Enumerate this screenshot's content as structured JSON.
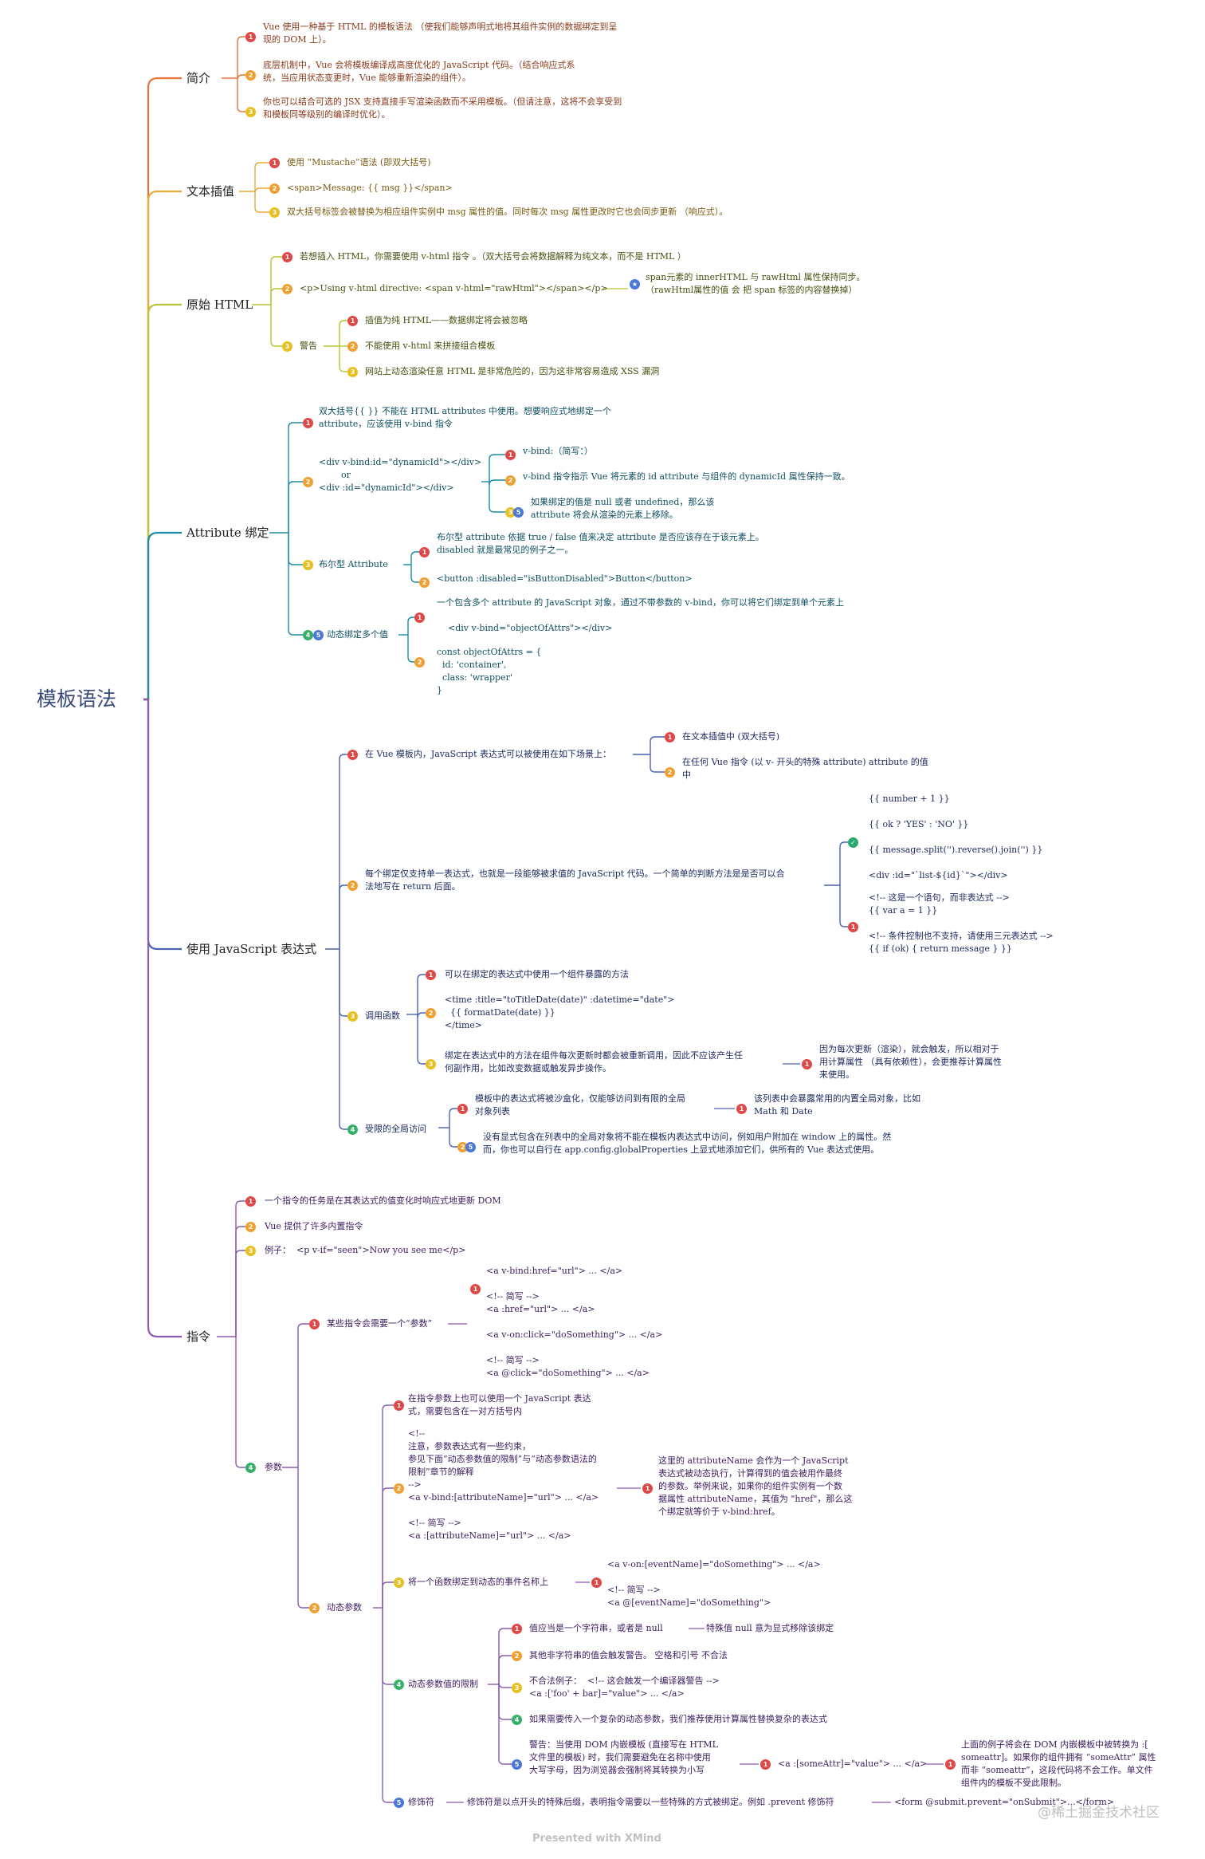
{
  "root": "模板语法",
  "watermark": "@稀土掘金技术社区",
  "footer": "Presented with XMind",
  "sections": {
    "intro": {
      "title": "简介",
      "items": [
        "Vue 使用一种基于 HTML 的模板语法 （使我们能够声明式地将其组件实例的数据绑定到呈\n现的 DOM 上）。",
        "底层机制中，Vue 会将模板编译成高度优化的 JavaScript 代码。（结合响应式系\n统，当应用状态变更时，Vue 能够重新渲染的组件）。",
        "你也可以结合可选的 JSX 支持直接手写渲染函数而不采用模板。（但请注意，这将不会享受到\n和模板同等级别的编译时优化）。"
      ]
    },
    "text": {
      "title": "文本插值",
      "items": [
        "使用 “Mustache”语法 (即双大括号)",
        "<span>Message: {{ msg }}</span>",
        "双大括号标签会被替换为相应组件实例中 msg 属性的值。同时每次 msg 属性更改时它也会同步更新 （响应式）。"
      ]
    },
    "html": {
      "title": "原始 HTML",
      "items": [
        "若想插入 HTML，你需要使用 v-html 指令 。（双大括号会将数据解释为纯文本，而不是 HTML ）",
        "<p>Using v-html directive: <span v-html=\"rawHtml\"></span></p>",
        "警告"
      ],
      "note": "span元素的 innerHTML 与 rawHtml 属性保持同步。\n（rawHtml属性的值 会 把 span 标签的内容替换掉）",
      "warnings": [
        "插值为纯 HTML——数据绑定将会被忽略",
        "不能使用 v-html 来拼接组合模板",
        "网站上动态渲染任意 HTML 是非常危险的，因为这非常容易造成 XSS 漏洞"
      ]
    },
    "attr": {
      "title": "Attribute 绑定",
      "items": [
        "双大括号{{ }} 不能在 HTML attributes 中使用。想要响应式地绑定一个\nattribute，应该使用 v-bind 指令",
        "<div v-bind:id=\"dynamicId\"></div>\n        or\n<div :id=\"dynamicId\"></div>",
        "布尔型 Attribute",
        "动态绑定多个值"
      ],
      "vbind_notes": [
        "v-bind:（简写：）",
        "v-bind 指令指示 Vue 将元素的 id attribute 与组件的 dynamicId 属性保持一致。",
        "如果绑定的值是 null 或者 undefined，那么该\nattribute 将会从渲染的元素上移除。"
      ],
      "bool_notes": [
        "布尔型 attribute 依据 true / false 值来决定 attribute 是否应该存在于该元素上。\ndisabled 就是最常见的例子之一。",
        "<button :disabled=\"isButtonDisabled\">Button</button>"
      ],
      "multi_notes": [
        "一个包含多个 attribute 的 JavaScript 对象，通过不带参数的 v-bind，你可以将它们绑定到单个元素上\n\n    <div v-bind=\"objectOfAttrs\"></div>",
        "const objectOfAttrs = {\n  id: 'container',\n  class: 'wrapper'\n}"
      ]
    },
    "js": {
      "title": "使用 JavaScript 表达式",
      "items": [
        "在 Vue 模板内，JavaScript 表达式可以被使用在如下场景上：",
        "每个绑定仅支持单一表达式，也就是一段能够被求值的 JavaScript 代码。一个简单的判断方法是是否可以合\n法地写在 return 后面。",
        "调用函数",
        "受限的全局访问"
      ],
      "scenes": [
        "在文本插值中 (双大括号)",
        "在任何 Vue 指令 (以 v- 开头的特殊 attribute) attribute 的值\n中"
      ],
      "valid": "{{ number + 1 }}\n\n{{ ok ? 'YES' : 'NO' }}\n\n{{ message.split('').reverse().join('') }}\n\n<div :id=\"`list-${id}`\"></div>",
      "invalid": "<!-- 这是一个语句，而非表达式 -->\n{{ var a = 1 }}\n\n<!-- 条件控制也不支持，请使用三元表达式 -->\n{{ if (ok) { return message } }}",
      "func_items": [
        "可以在绑定的表达式中使用一个组件暴露的方法",
        "<time :title=\"toTitleDate(date)\" :datetime=\"date\">\n  {{ formatDate(date) }}\n</time>",
        "绑定在表达式中的方法在组件每次更新时都会被重新调用，因此不应该产生任\n何副作用，比如改变数据或触发异步操作。"
      ],
      "func_note": "因为每次更新（渲染），就会触发，所以相对于\n用计算属性 （具有依赖性），会更推荐计算属性\n来使用。",
      "global_items": [
        "模板中的表达式将被沙盒化，仅能够访问到有限的全局\n对象列表",
        "没有显式包含在列表中的全局对象将不能在模板内表达式中访问，例如用户附加在 window 上的属性。然\n而，你也可以自行在 app.config.globalProperties 上显式地添加它们，供所有的 Vue 表达式使用。"
      ],
      "global_note": "该列表中会暴露常用的内置全局对象，比如\nMath 和 Date"
    },
    "dir": {
      "title": "指令",
      "items": [
        "一个指令的任务是在其表达式的值变化时响应式地更新 DOM",
        "Vue 提供了许多内置指令",
        "例子：  <p v-if=\"seen\">Now you see me</p>",
        "参数"
      ],
      "param_items": [
        "某些指令会需要一个“参数”",
        "动态参数"
      ],
      "param_code": "<a v-bind:href=\"url\"> ... </a>\n\n<!-- 简写 -->\n<a :href=\"url\"> ... </a>\n\n<a v-on:click=\"doSomething\"> ... </a>\n\n<!-- 简写 -->\n<a @click=\"doSomething\"> ... </a>",
      "dyn_items": [
        "在指令参数上也可以使用一个 JavaScript 表达\n式，需要包含在一对方括号内",
        "<!--\n注意，参数表达式有一些约束，\n参见下面“动态参数值的限制”与“动态参数语法的\n限制”章节的解释\n-->\n<a v-bind:[attributeName]=\"url\"> ... </a>\n\n<!-- 简写 -->\n<a :[attributeName]=\"url\"> ... </a>",
        "将一个函数绑定到动态的事件名称上",
        "动态参数值的限制",
        "修饰符"
      ],
      "dyn_note": "这里的 attributeName 会作为一个 JavaScript\n表达式被动态执行，计算得到的值会被用作最终\n的参数。举例来说，如果你的组件实例有一个数\n据属性 attributeName，其值为 \"href\"，那么这\n个绑定就等价于 v-bind:href。",
      "event_code": "<a v-on:[eventName]=\"doSomething\"> ... </a>\n\n<!-- 简写 -->\n<a @[eventName]=\"doSomething\">",
      "limits": [
        "值应当是一个字符串，或者是 null",
        "其他非字符串的值会触发警告。 空格和引号 不合法",
        "不合法例子：  <!-- 这会触发一个编译器警告 -->\n<a :['foo' + bar]=\"value\"> ... </a>",
        "如果需要传入一个复杂的动态参数，我们推荐使用计算属性替换复杂的表达式",
        "警告：当使用 DOM 内嵌模板 (直接写在 HTML\n文件里的模板) 时，我们需要避免在名称中使用\n大写字母，因为浏览器会强制将其转换为小写"
      ],
      "null_note": "特殊值 null 意为显式移除该绑定",
      "upper_code": "<a :[someAttr]=\"value\"> ... </a>",
      "upper_note": "上面的例子将会在 DOM 内嵌模板中被转换为 :[\nsomeattr]。如果你的组件拥有 “someAttr” 属性\n而非 “someattr”，这段代码将不会工作。单文件\n组件内的模板不受此限制。",
      "modifier_desc": "修饰符是以点开头的特殊后缀，表明指令需要以一些特殊的方式被绑定。例如 .prevent 修饰符",
      "modifier_code": "<form @submit.prevent=\"onSubmit\">...</form>"
    }
  },
  "colors": {
    "intro": "#e8743b",
    "text": "#e9a93a",
    "html": "#b9c434",
    "attr": "#1a8aa6",
    "js": "#4c62b5",
    "dir": "#8a5bb0",
    "b1": "#e04848",
    "b2": "#f0a030",
    "b3": "#e6c020",
    "b4": "#36b06a",
    "b5": "#4a78d8",
    "ok": "#2aa870"
  }
}
